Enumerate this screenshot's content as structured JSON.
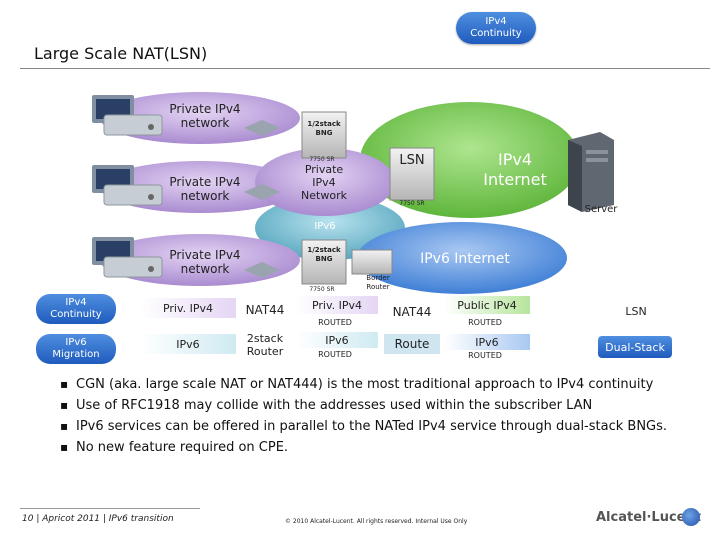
{
  "header": {
    "title": "Large Scale NAT(LSN)",
    "badge": [
      "IPv4",
      "Continuity"
    ]
  },
  "diagram": {
    "private_networks": [
      [
        "Private IPv4",
        "network"
      ],
      [
        "Private IPv4",
        "network"
      ],
      [
        "Private IPv4",
        "network"
      ]
    ],
    "bng_label": [
      "1/2stack",
      "BNG"
    ],
    "sr_label": "7750 SR",
    "private_ipv4_network": [
      "Private",
      "IPv4",
      "Network"
    ],
    "lsn": "LSN",
    "ipv4_internet": [
      "IPv4",
      "Internet"
    ],
    "server": "Server",
    "ipv6": "IPv6",
    "ipv6_internet": "IPv6 Internet",
    "border_router": [
      "Border",
      "Router"
    ]
  },
  "table": {
    "left_pills": [
      [
        "IPv4",
        "Continuity"
      ],
      [
        "IPv6",
        "Migration"
      ]
    ],
    "row1": {
      "priv": "Priv. IPv4",
      "nat44a": "NAT44",
      "priv2": "Priv. IPv4",
      "routed1": "ROUTED",
      "nat44b": "NAT44",
      "public": "Public IPv4",
      "routed2": "ROUTED",
      "lsn": "LSN"
    },
    "row2": {
      "ipv6a": "IPv6",
      "stack": [
        "2stack",
        "Router"
      ],
      "ipv6b": "IPv6",
      "routed1": "ROUTED",
      "route": "Route",
      "ipv6c": "IPv6",
      "routed2": "ROUTED",
      "dual": "Dual-Stack"
    }
  },
  "bullets": [
    "CGN (aka. large scale NAT or NAT444) is the most traditional approach to IPv4 continuity",
    "Use of RFC1918 may collide with the addresses used within the subscriber LAN",
    "IPv6 services can be offered in parallel to the NATed IPv4 service through dual-stack BNGs.",
    "No new feature required on CPE."
  ],
  "footer": {
    "left": "10 | Apricot 2011 | IPv6 transition",
    "middle": "© 2010 Alcatel-Lucent. All rights reserved. Internal Use Only",
    "logo": "Alcatel·Lucent"
  },
  "colors": {
    "accent": "#1f5bbd",
    "green": "#6cc24a",
    "purple": "#b79ad6",
    "teal": "#6fb7c9"
  }
}
